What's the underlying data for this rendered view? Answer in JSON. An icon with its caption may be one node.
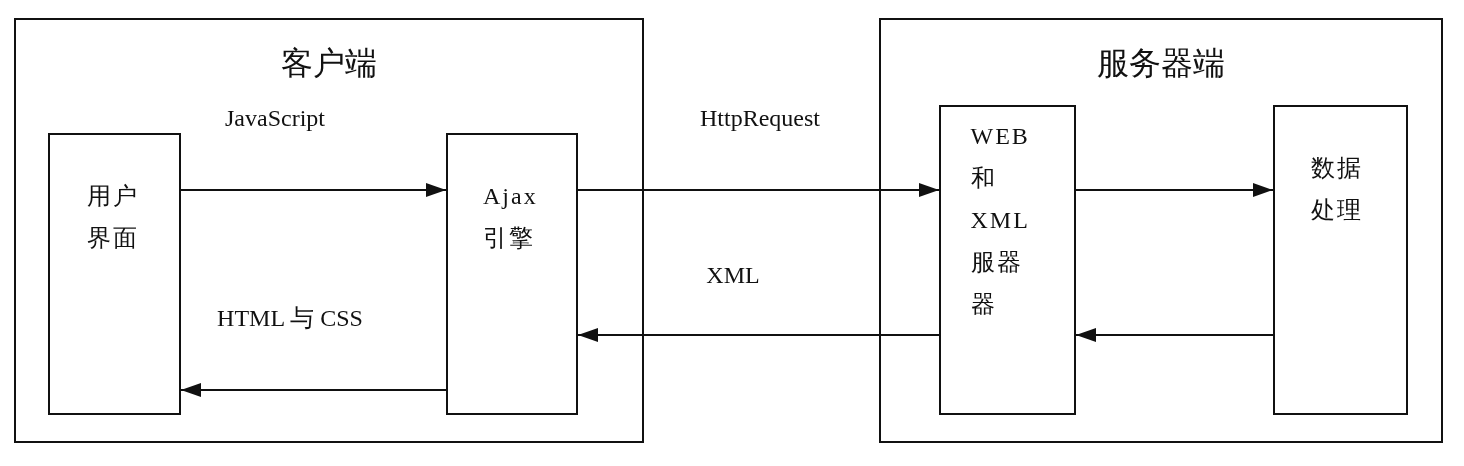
{
  "diagram": {
    "nodes": [
      {
        "text": [
          "客户端"
        ]
      },
      {
        "text": [
          "用户界面"
        ],
        "in": 0
      },
      {
        "text": [
          "Ajax 引擎"
        ],
        "in": 0
      },
      {
        "text": [
          "服务器端"
        ]
      },
      {
        "text": [
          "WEB 和 XML 服器器"
        ],
        "in": 3
      },
      {
        "text": [
          "数据处理"
        ],
        "in": 3
      }
    ],
    "edges": [
      {
        "from": 1,
        "to": 2,
        "arrow": "to",
        "label": "JavaScript"
      },
      {
        "from": 2,
        "to": 1,
        "arrow": "to",
        "label": "HTML 与 CSS"
      },
      {
        "from": 2,
        "to": 4,
        "arrow": "to",
        "label": "HttpRequest"
      },
      {
        "from": 4,
        "to": 2,
        "arrow": "to",
        "label": "XML"
      },
      {
        "from": 4,
        "to": 5,
        "arrow": "to"
      },
      {
        "from": 5,
        "to": 4,
        "arrow": "to"
      }
    ]
  }
}
